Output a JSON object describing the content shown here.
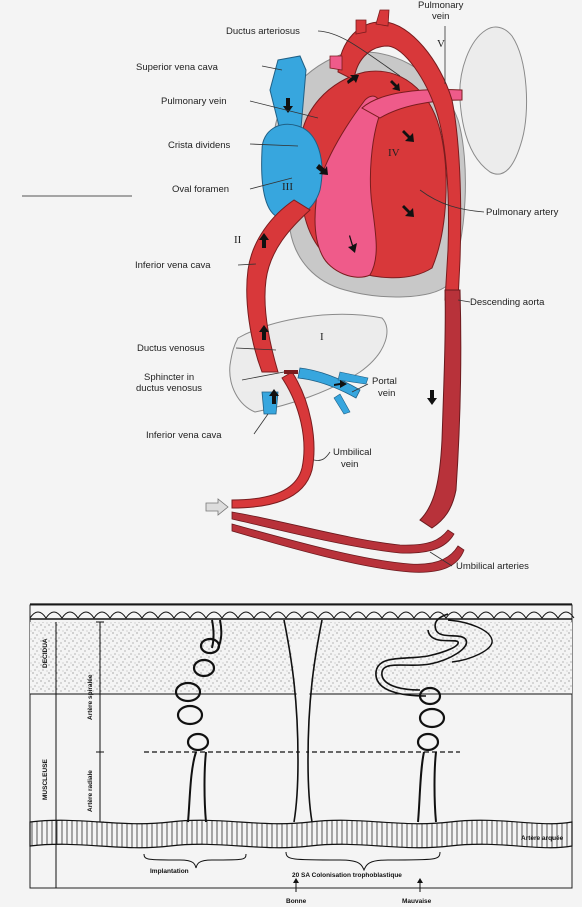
{
  "colors": {
    "background": "#f4f4f4",
    "oxygenated": "#d8383a",
    "mixed": "#b8323a",
    "pink": "#ef5b8a",
    "deoxygenated": "#37a6de",
    "tissue": "#d7d7d7",
    "organ": "#ebebeb"
  },
  "circulation": {
    "labels": {
      "ductus_arteriosus": "Ductus arteriosus",
      "pulmonary_vein_top_1": "Pulmonary",
      "pulmonary_vein_top_2": "vein",
      "superior_vena_cava": "Superior vena cava",
      "pulmonary_vein": "Pulmonary vein",
      "crista_dividens": "Crista dividens",
      "oval_foramen": "Oval foramen",
      "pulmonary_artery": "Pulmonary artery",
      "inferior_vena_cava_upper": "Inferior vena cava",
      "descending_aorta": "Descending aorta",
      "ductus_venosus": "Ductus venosus",
      "sphincter_1": "Sphincter in",
      "sphincter_2": "ductus venosus",
      "portal_vein_1": "Portal",
      "portal_vein_2": "vein",
      "inferior_vena_cava_lower": "Inferior vena cava",
      "umbilical_vein_1": "Umbilical",
      "umbilical_vein_2": "vein",
      "umbilical_arteries": "Umbilical arteries"
    },
    "roman": {
      "i": "I",
      "ii": "II",
      "iii": "III",
      "iv": "IV",
      "v": "V"
    }
  },
  "uterine": {
    "labels": {
      "decidua": "DECIDUA",
      "artere_spiralee": "Artère spiralée",
      "muscleuse": "MUSCLEUSE",
      "artere_radiale": "Artère radiale",
      "artere_arquee": "Artère arquée",
      "implantation": "Implantation",
      "colonisation": "20 SA  Colonisation trophoblastique",
      "bonne": "Bonne",
      "mauvaise": "Mauvaise"
    }
  }
}
